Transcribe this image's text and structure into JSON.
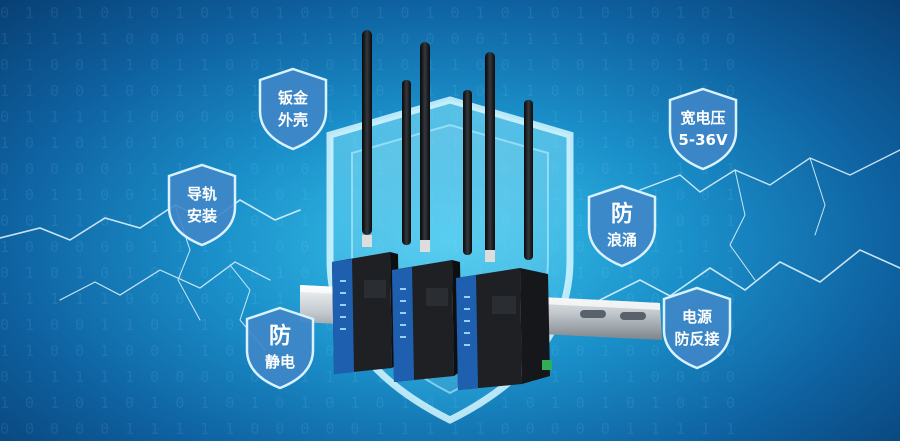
{
  "badges": {
    "sheet_metal": {
      "line1": "钣金",
      "line2": "外壳"
    },
    "din_rail": {
      "line1": "导轨",
      "line2": "安装"
    },
    "anti_static": {
      "line1": "防",
      "line2": "静电"
    },
    "wide_voltage": {
      "line1": "宽电压",
      "line2": "5-36V"
    },
    "surge": {
      "line1": "防",
      "line2": "浪涌"
    },
    "reverse_power": {
      "line1": "电源",
      "line2": "防反接"
    }
  },
  "colors": {
    "background": "#1a8fc9",
    "badge_fill": "#3f86c8",
    "shield_glow": "#6fe0ff",
    "device_body": "#1e2024",
    "device_panel": "#1f5fb0"
  },
  "icons": [
    "shield-icon",
    "lightning-icon",
    "antenna-icon",
    "din-rail-icon"
  ]
}
